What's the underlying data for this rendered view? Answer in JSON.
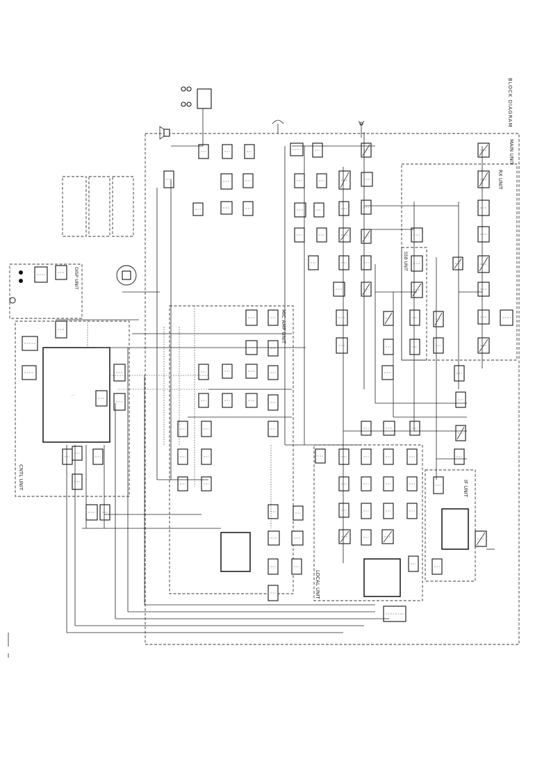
{
  "diagram": {
    "title": "BLOCK DIAGRAM",
    "units": {
      "main": "MAIN UNIT",
      "rx": "RX UNIT",
      "ssb": "SSB UNIT",
      "mic_amp": "MIC AMP UNIT",
      "local": "LOCAL UNIT",
      "if": "IF UNIT",
      "ctrl": "CNTL UNIT",
      "disp": "DISP UNIT"
    }
  }
}
